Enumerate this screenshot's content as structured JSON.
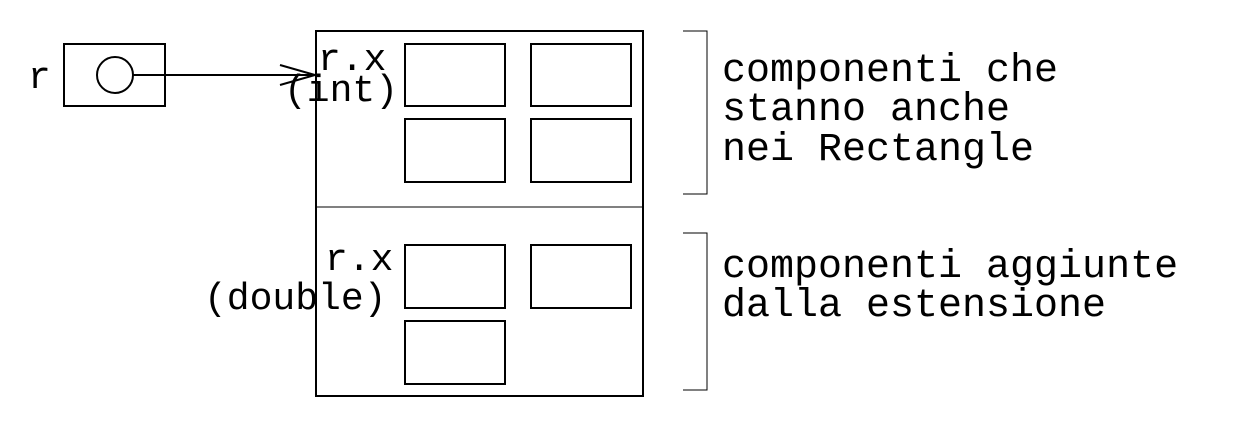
{
  "variable": {
    "name": "r"
  },
  "object": {
    "inherited_field_label": "r.x",
    "inherited_field_type": "(int)",
    "added_field_label": "r.x",
    "added_field_type": "(double)"
  },
  "annotations": {
    "inherited": [
      "componenti che",
      "stanno anche",
      "nei Rectangle"
    ],
    "added": [
      "componenti aggiunte",
      "dalla estensione"
    ]
  }
}
